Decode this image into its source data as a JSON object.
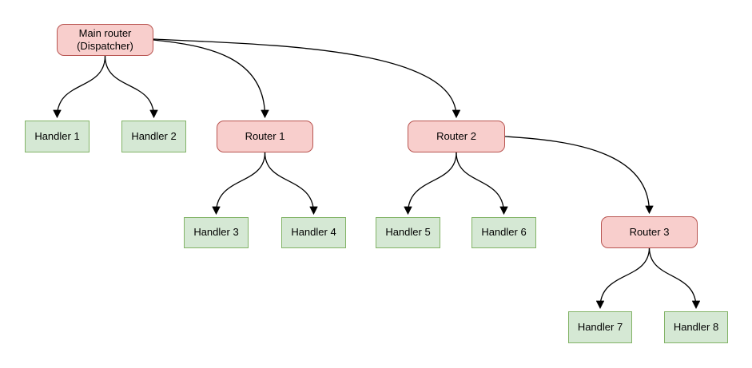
{
  "diagram": {
    "background_color": "#ffffff",
    "edge_color": "#000000",
    "node_styles": {
      "router": {
        "fill": "#f8cecc",
        "border": "#b85450",
        "shape": "rounded"
      },
      "handler": {
        "fill": "#d5e8d4",
        "border": "#82b366",
        "shape": "rectangle"
      }
    },
    "nodes": [
      {
        "id": "main-router",
        "type": "router",
        "lines": [
          "Main router",
          "(Dispatcher)"
        ]
      },
      {
        "id": "handler-1",
        "type": "handler",
        "lines": [
          "Handler 1"
        ]
      },
      {
        "id": "handler-2",
        "type": "handler",
        "lines": [
          "Handler 2"
        ]
      },
      {
        "id": "router-1",
        "type": "router",
        "lines": [
          "Router 1"
        ]
      },
      {
        "id": "router-2",
        "type": "router",
        "lines": [
          "Router 2"
        ]
      },
      {
        "id": "handler-3",
        "type": "handler",
        "lines": [
          "Handler 3"
        ]
      },
      {
        "id": "handler-4",
        "type": "handler",
        "lines": [
          "Handler 4"
        ]
      },
      {
        "id": "handler-5",
        "type": "handler",
        "lines": [
          "Handler 5"
        ]
      },
      {
        "id": "handler-6",
        "type": "handler",
        "lines": [
          "Handler 6"
        ]
      },
      {
        "id": "router-3",
        "type": "router",
        "lines": [
          "Router 3"
        ]
      },
      {
        "id": "handler-7",
        "type": "handler",
        "lines": [
          "Handler 7"
        ]
      },
      {
        "id": "handler-8",
        "type": "handler",
        "lines": [
          "Handler 8"
        ]
      }
    ],
    "edges": [
      {
        "from": "main-router",
        "to": "handler-1"
      },
      {
        "from": "main-router",
        "to": "handler-2"
      },
      {
        "from": "main-router",
        "to": "router-1"
      },
      {
        "from": "main-router",
        "to": "router-2"
      },
      {
        "from": "router-1",
        "to": "handler-3"
      },
      {
        "from": "router-1",
        "to": "handler-4"
      },
      {
        "from": "router-2",
        "to": "handler-5"
      },
      {
        "from": "router-2",
        "to": "handler-6"
      },
      {
        "from": "router-2",
        "to": "router-3"
      },
      {
        "from": "router-3",
        "to": "handler-7"
      },
      {
        "from": "router-3",
        "to": "handler-8"
      }
    ]
  }
}
